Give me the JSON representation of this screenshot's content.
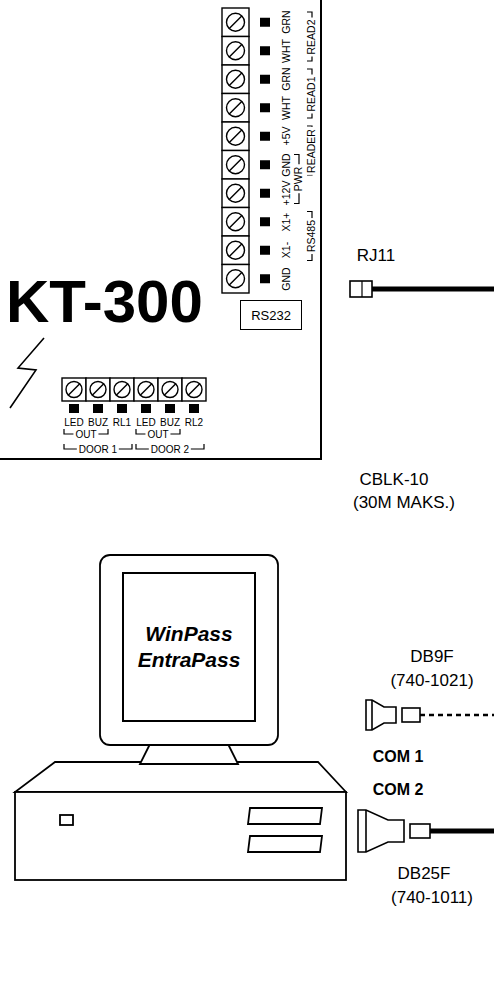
{
  "diagram": {
    "nodes": [
      {
        "text": [
          "KT-300"
        ]
      },
      {
        "text": [
          "RS232"
        ],
        "in": 0
      },
      {
        "text": [
          "WinPass EntraPass"
        ]
      }
    ],
    "labels": [
      "GND",
      "X1-",
      "X1+",
      "+12V",
      "GND",
      "+5V",
      "WHT",
      "GRN",
      "WHT",
      "GRN",
      "RS485",
      "PWR",
      "READER",
      "READ1",
      "READ2",
      "LED",
      "BUZ",
      "RL1",
      "LED",
      "BUZ",
      "RL2",
      "OUT",
      "DOOR 1",
      "OUT",
      "DOOR 2",
      "RJ11",
      "CBLK-10",
      "(30M MAKS.)",
      "DB9F",
      "(740-1021)",
      "COM 1",
      "COM 2",
      "DB25F",
      "(740-1011)"
    ]
  }
}
